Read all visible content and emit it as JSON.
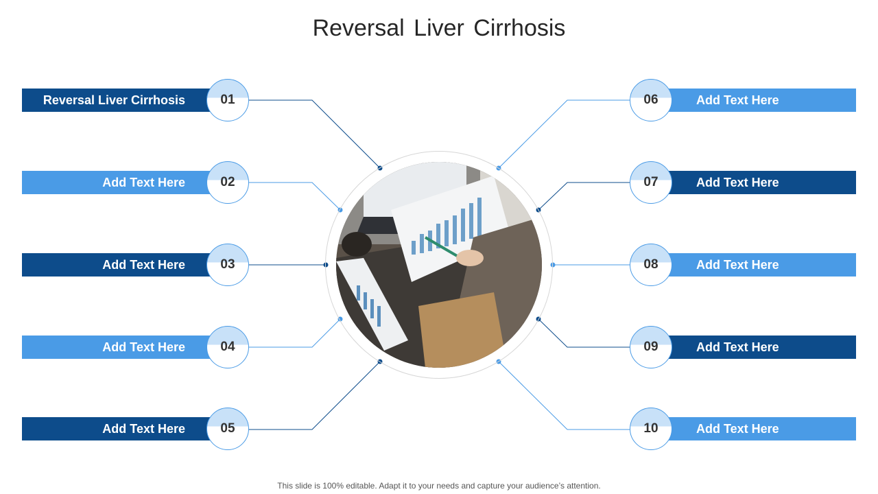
{
  "slide": {
    "title": "Reversal Liver Cirrhosis",
    "footer": "This slide is 100% editable. Adapt it to your needs and capture your audience’s attention."
  },
  "colors": {
    "dark_blue": "#0d4c8b",
    "light_blue": "#4a9be6",
    "badge_fill": "#c8e1f8",
    "title_text": "#262626"
  },
  "items": [
    {
      "number": "01",
      "label": "Reversal Liver Cirrhosis",
      "side": "left",
      "tone": "dark"
    },
    {
      "number": "02",
      "label": "Add Text Here",
      "side": "left",
      "tone": "light"
    },
    {
      "number": "03",
      "label": "Add Text Here",
      "side": "left",
      "tone": "dark"
    },
    {
      "number": "04",
      "label": "Add Text Here",
      "side": "left",
      "tone": "light"
    },
    {
      "number": "05",
      "label": "Add Text Here",
      "side": "left",
      "tone": "dark"
    },
    {
      "number": "06",
      "label": "Add Text Here",
      "side": "right",
      "tone": "light"
    },
    {
      "number": "07",
      "label": "Add Text Here",
      "side": "right",
      "tone": "dark"
    },
    {
      "number": "08",
      "label": "Add Text Here",
      "side": "right",
      "tone": "light"
    },
    {
      "number": "09",
      "label": "Add Text Here",
      "side": "right",
      "tone": "dark"
    },
    {
      "number": "10",
      "label": "Add Text Here",
      "side": "right",
      "tone": "light"
    }
  ],
  "center_image": {
    "icon": "business-meeting-photo"
  }
}
